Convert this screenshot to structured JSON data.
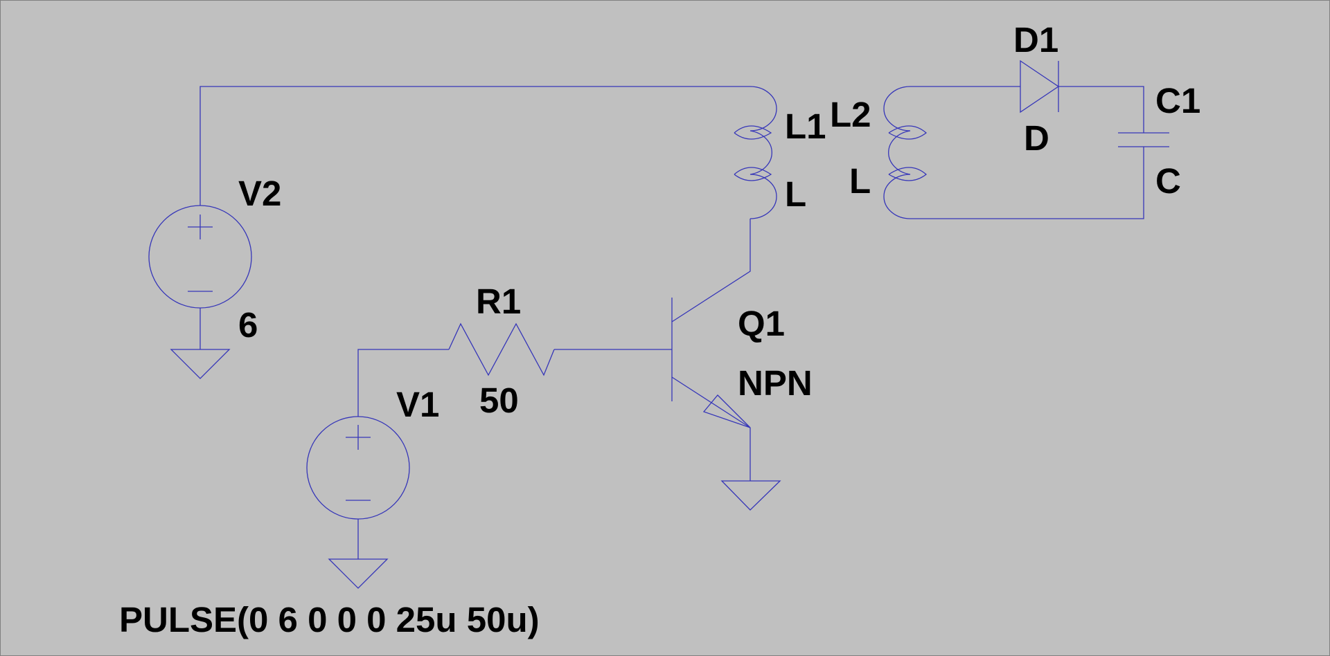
{
  "colors": {
    "background": "#c0c0c0",
    "wire": "#3535b8",
    "text": "#000000",
    "border": "#808080"
  },
  "components": {
    "v2": {
      "ref": "V2",
      "value": "6"
    },
    "v1": {
      "ref": "V1",
      "value": "PULSE(0 6 0 0 0 25u 50u)"
    },
    "r1": {
      "ref": "R1",
      "value": "50"
    },
    "q1": {
      "ref": "Q1",
      "value": "NPN"
    },
    "l1": {
      "ref": "L1",
      "value": "L"
    },
    "l2": {
      "ref": "L2",
      "value": "L"
    },
    "d1": {
      "ref": "D1",
      "value": "D"
    },
    "c1": {
      "ref": "C1",
      "value": "C"
    }
  },
  "symbols": {
    "polarity_plus": "+",
    "polarity_minus": "−"
  }
}
